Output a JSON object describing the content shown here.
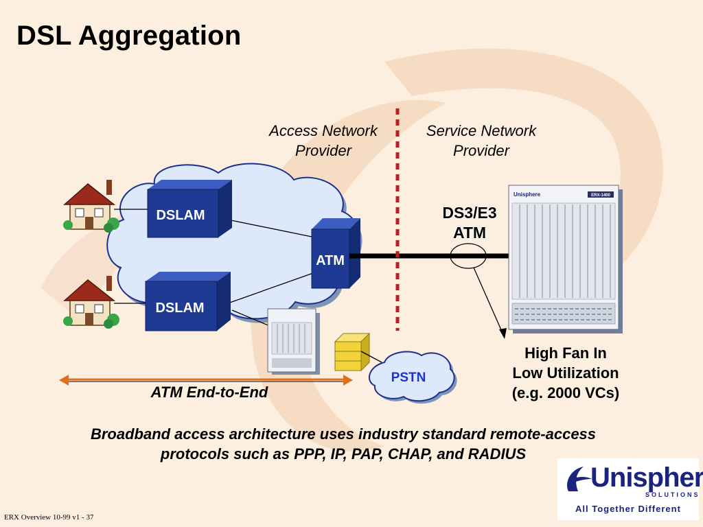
{
  "slide": {
    "title": "DSL Aggregation",
    "footer": "ERX Overview 10-99 v1 - 37"
  },
  "diagram": {
    "access_network": [
      "Access Network",
      "Provider"
    ],
    "service_network": [
      "Service Network",
      "Provider"
    ],
    "dslam_1": "DSLAM",
    "dslam_2": "DSLAM",
    "atm_switch": "ATM",
    "pstn": "PSTN",
    "link_label": [
      "DS3/E3",
      "ATM"
    ],
    "fan_in_note": [
      "High Fan In",
      "Low Utilization",
      "(e.g. 2000 VCs)"
    ],
    "end_to_end": "ATM End-to-End",
    "chassis_brand": "Unisphere",
    "chassis_model": "ERX-1400"
  },
  "bottom_note": [
    "Broadband access architecture uses industry standard remote-access",
    "protocols such as PPP, IP, PAP, CHAP, and RADIUS"
  ],
  "logo": {
    "name": "Unisphere",
    "sub": "SOLUTIONS",
    "tagline": "All Together Different",
    "color": "#1a237e"
  },
  "colors": {
    "box_blue": "#1f3a93",
    "cloud": "#dde9fb",
    "divider": "#b22222",
    "arrow": "#e07020"
  }
}
